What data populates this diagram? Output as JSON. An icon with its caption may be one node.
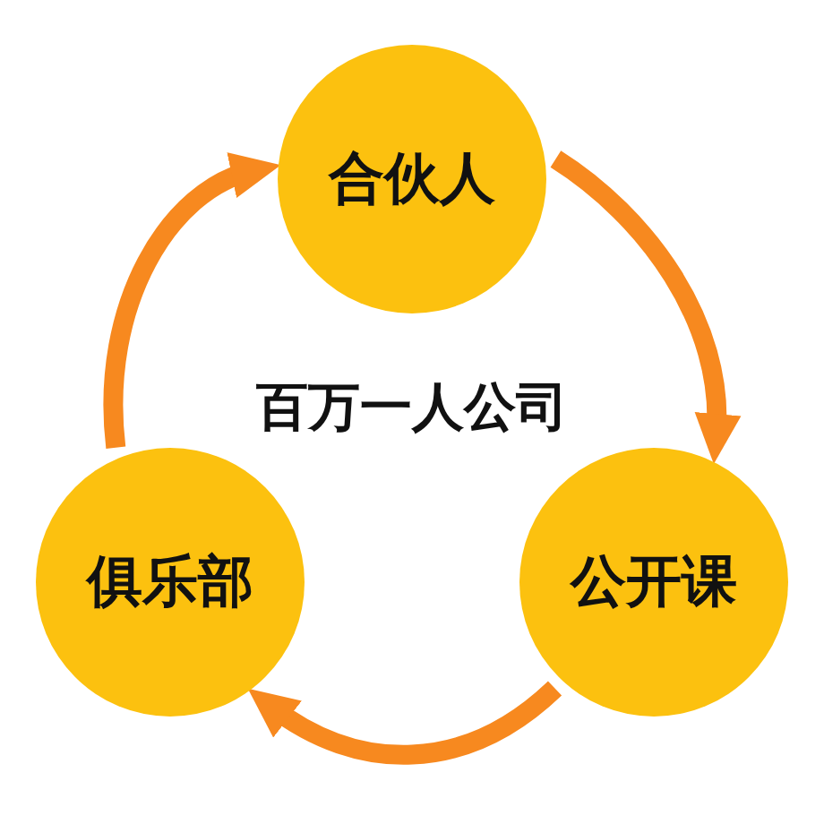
{
  "diagram": {
    "nodes": [
      {
        "text": [
          "合伙人"
        ]
      },
      {
        "text": [
          "俱乐部"
        ]
      },
      {
        "text": [
          "公开课"
        ]
      }
    ],
    "edges": [
      {
        "from": 0,
        "to": 2,
        "arrow": "to"
      },
      {
        "from": 2,
        "to": 1,
        "arrow": "to"
      },
      {
        "from": 1,
        "to": 0,
        "arrow": "to"
      }
    ],
    "labels": [
      "百万一人公司"
    ]
  }
}
